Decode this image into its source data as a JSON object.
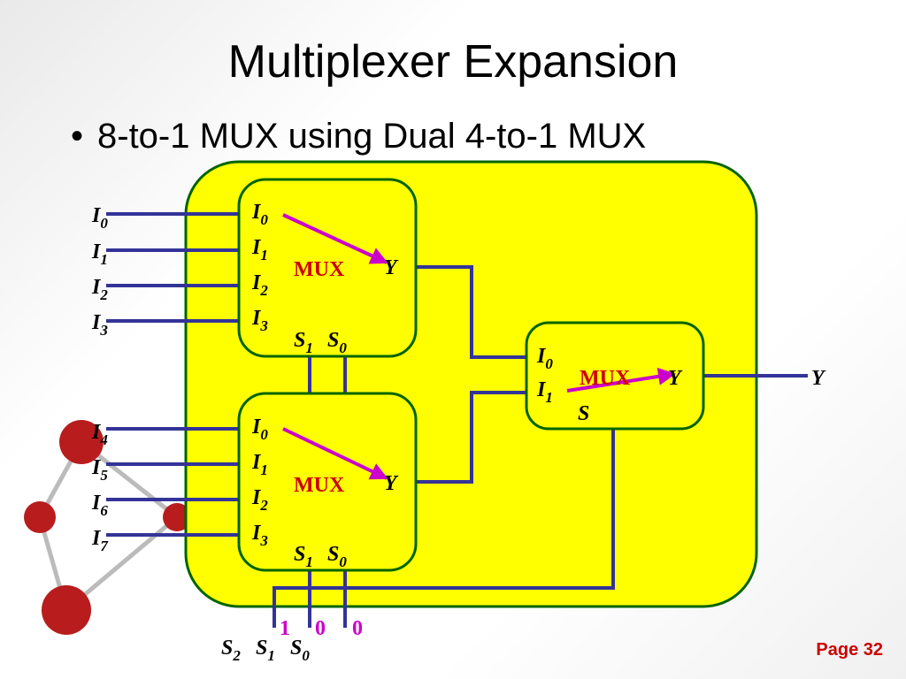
{
  "slide": {
    "title": "Multiplexer Expansion",
    "bullet": "8-to-1 MUX using Dual 4-to-1 MUX",
    "page_label": "Page 32"
  },
  "diagram": {
    "mux_top": {
      "label": "MUX",
      "inputs": [
        {
          "base": "I",
          "sub": "0"
        },
        {
          "base": "I",
          "sub": "1"
        },
        {
          "base": "I",
          "sub": "2"
        },
        {
          "base": "I",
          "sub": "3"
        }
      ],
      "output": "Y",
      "selects": [
        {
          "base": "S",
          "sub": "1"
        },
        {
          "base": "S",
          "sub": "0"
        }
      ]
    },
    "mux_bottom": {
      "label": "MUX",
      "inputs": [
        {
          "base": "I",
          "sub": "0"
        },
        {
          "base": "I",
          "sub": "1"
        },
        {
          "base": "I",
          "sub": "2"
        },
        {
          "base": "I",
          "sub": "3"
        }
      ],
      "output": "Y",
      "selects": [
        {
          "base": "S",
          "sub": "1"
        },
        {
          "base": "S",
          "sub": "0"
        }
      ]
    },
    "mux_final": {
      "label": "MUX",
      "inputs": [
        {
          "base": "I",
          "sub": "0"
        },
        {
          "base": "I",
          "sub": "1"
        }
      ],
      "output": "Y",
      "select": "S"
    },
    "external_inputs": [
      {
        "base": "I",
        "sub": "0"
      },
      {
        "base": "I",
        "sub": "1"
      },
      {
        "base": "I",
        "sub": "2"
      },
      {
        "base": "I",
        "sub": "3"
      },
      {
        "base": "I",
        "sub": "4"
      },
      {
        "base": "I",
        "sub": "5"
      },
      {
        "base": "I",
        "sub": "6"
      },
      {
        "base": "I",
        "sub": "7"
      }
    ],
    "external_output": "Y",
    "select_values": [
      "1",
      "0",
      "0"
    ],
    "select_labels": [
      {
        "base": "S",
        "sub": "2"
      },
      {
        "base": "S",
        "sub": "1"
      },
      {
        "base": "S",
        "sub": "0"
      }
    ],
    "colors": {
      "container": "#ffff00",
      "container_border": "#006400",
      "wire": "#333399",
      "arrow": "#cc00cc",
      "mux_label": "#cc0000",
      "select_value": "#cc00cc"
    }
  }
}
